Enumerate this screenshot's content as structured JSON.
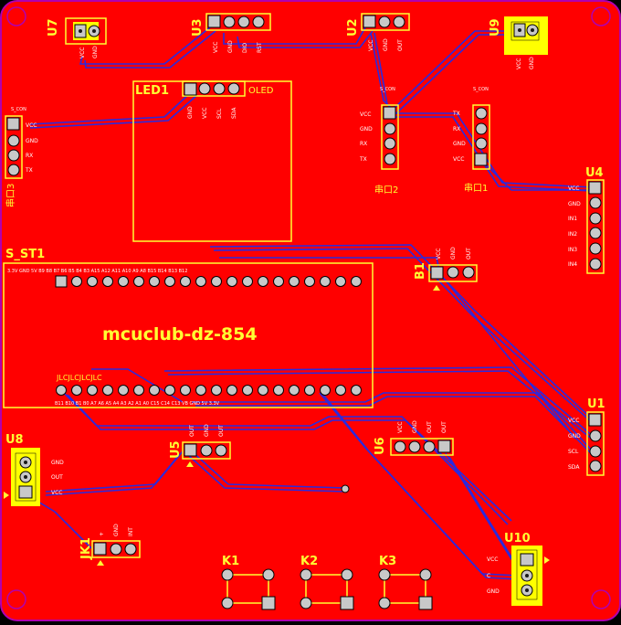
{
  "board": {
    "title": "mcuclub-dz-854",
    "colors": {
      "copper": "#ff0000",
      "silk": "#ffff33",
      "trace": "#2a2adf",
      "outline": "#b000b0",
      "pad": "#c8c8c8"
    }
  },
  "components": {
    "U7": {
      "ref": "U7",
      "pins": [
        "VCC",
        "GND"
      ]
    },
    "U3": {
      "ref": "U3",
      "pins": [
        "VCC",
        "GND",
        "DIO",
        "RST"
      ]
    },
    "U2": {
      "ref": "U2",
      "pins": [
        "VCC",
        "GND",
        "OUT"
      ]
    },
    "U9": {
      "ref": "U9",
      "pins": [
        "VCC",
        "GND"
      ]
    },
    "LED1": {
      "ref": "LED1",
      "label": "OLED",
      "pins": [
        "GND",
        "VCC",
        "SCL",
        "SDA"
      ]
    },
    "J3": {
      "ref": "串口3",
      "header": "S_CON",
      "pins": [
        "VCC",
        "GND",
        "RX",
        "TX"
      ]
    },
    "J2": {
      "ref": "串口2",
      "header": "S_CON",
      "pins": [
        "VCC",
        "GND",
        "RX",
        "TX"
      ]
    },
    "J1": {
      "ref": "串口1",
      "header": "S_CON",
      "pins": [
        "TX",
        "RX",
        "GND",
        "VCC"
      ]
    },
    "U4": {
      "ref": "U4",
      "pins": [
        "VCC",
        "GND",
        "IN1",
        "IN2",
        "IN3",
        "IN4"
      ]
    },
    "B1": {
      "ref": "B1",
      "pins": [
        "VCC",
        "GND",
        "OUT"
      ]
    },
    "S_ST1": {
      "ref": "S_ST1",
      "top_label": "3.3V  GND  5V  B9  B8  B7  B6  B5  B4  B3  A15  A12  A11  A10  A9  A8  B15  B14  B13  B12",
      "bottom_label": "B11  B10  B1  B0  A7  A6  A5  A4  A3  A2  A1  A0  C15  C14  C13  VB  GND  5V  3.3V",
      "small_text": "JLCJLCJLCJLC"
    },
    "U1": {
      "ref": "U1",
      "pins": [
        "VCC",
        "GND",
        "SCL",
        "SDA"
      ]
    },
    "U8": {
      "ref": "U8",
      "pins": [
        "GND",
        "OUT",
        "VCC"
      ]
    },
    "U5": {
      "ref": "U5",
      "pins": [
        "OUT",
        "GND",
        "OUT"
      ]
    },
    "U6": {
      "ref": "U6",
      "pins": [
        "VCC",
        "GND",
        "OUT",
        "OUT"
      ]
    },
    "JK1": {
      "ref": "JK1",
      "pins": [
        "+",
        "GND",
        "INT"
      ]
    },
    "U10": {
      "ref": "U10",
      "pins": [
        "VCC",
        "C",
        "GND"
      ]
    },
    "K1": {
      "ref": "K1"
    },
    "K2": {
      "ref": "K2"
    },
    "K3": {
      "ref": "K3"
    }
  }
}
